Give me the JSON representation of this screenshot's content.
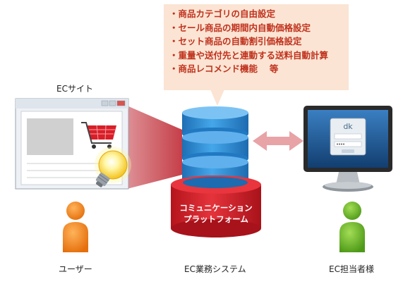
{
  "callout": {
    "features": [
      "・商品カテゴリの自由設定",
      "・セール商品の期間内自動価格設定",
      "・セット商品の自動割引価格設定",
      "・重量や送付先と連動する送料自動計算",
      "・商品レコメンド機能　 等"
    ]
  },
  "labels": {
    "ec_site": "ECサイト",
    "user": "ユーザー",
    "system": "EC業務システム",
    "operator": "EC担当者様"
  },
  "platform": {
    "line1": "コミュニケーション",
    "line2": "プラットフォーム"
  },
  "colors": {
    "callout_bg": "#fbe4d3",
    "feature_text": "#c0321e",
    "db_blue": "#2f8fd6",
    "platform_red": "#d9262e",
    "user_orange": "#f0851e",
    "operator_green": "#6cb52c",
    "arrow_pink": "#e8a3a6"
  },
  "icons": [
    "browser-window-icon",
    "shopping-cart-icon",
    "light-bulb-icon",
    "database-icon",
    "monitor-icon",
    "person-icon"
  ]
}
